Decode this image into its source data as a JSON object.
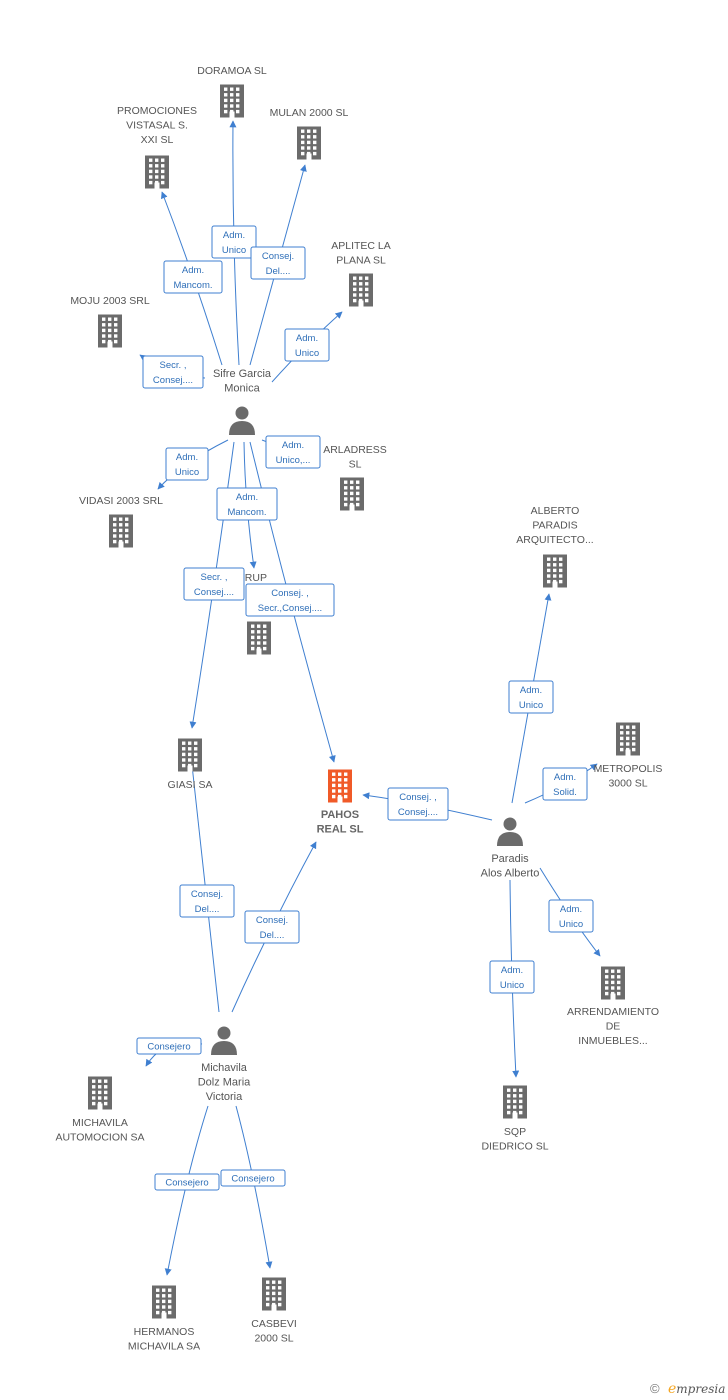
{
  "colors": {
    "company": "#6b6b6b",
    "main_company": "#f05a28",
    "person": "#6b6b6b",
    "edge": "#3f7fd0",
    "edge_text": "#2f6fb8",
    "brand_e": "#f5a623"
  },
  "nodes": [
    {
      "id": "doramoa",
      "type": "company",
      "lines": [
        "DORAMOA SL"
      ]
    },
    {
      "id": "promociones",
      "type": "company",
      "lines": [
        "PROMOCIONES",
        "VISTASAL S.",
        "XXI SL"
      ]
    },
    {
      "id": "mulan",
      "type": "company",
      "lines": [
        "MULAN 2000 SL"
      ]
    },
    {
      "id": "aplitec",
      "type": "company",
      "lines": [
        "APLITEC LA",
        "PLANA SL"
      ]
    },
    {
      "id": "moju",
      "type": "company",
      "lines": [
        "MOJU 2003 SRL"
      ]
    },
    {
      "id": "sifre",
      "type": "person",
      "lines": [
        "Sifre Garcia",
        "Monica"
      ]
    },
    {
      "id": "arladress",
      "type": "company",
      "lines": [
        "ARLADRESS",
        "SL"
      ]
    },
    {
      "id": "vidasi",
      "type": "company",
      "lines": [
        "VIDASI 2003 SRL"
      ]
    },
    {
      "id": "ugrup",
      "type": "company",
      "lines": [
        "UGRUP",
        "2"
      ]
    },
    {
      "id": "alberto",
      "type": "company",
      "lines": [
        "ALBERTO",
        "PARADIS",
        "ARQUITECTO..."
      ]
    },
    {
      "id": "metropolis",
      "type": "company",
      "lines": [
        "METROPOLIS",
        "3000 SL"
      ]
    },
    {
      "id": "giasi",
      "type": "company",
      "lines": [
        "GIASI SA"
      ]
    },
    {
      "id": "pahos",
      "type": "main",
      "lines": [
        "PAHOS",
        "REAL SL"
      ]
    },
    {
      "id": "paradis",
      "type": "person",
      "lines": [
        "Paradis",
        "Alos Alberto"
      ]
    },
    {
      "id": "arrendamiento",
      "type": "company",
      "lines": [
        "ARRENDAMIENTO",
        "DE",
        "INMUEBLES..."
      ]
    },
    {
      "id": "michavila",
      "type": "person",
      "lines": [
        "Michavila",
        "Dolz Maria",
        "Victoria"
      ]
    },
    {
      "id": "michavila_auto",
      "type": "company",
      "lines": [
        "MICHAVILA",
        "AUTOMOCION SA"
      ]
    },
    {
      "id": "sqp",
      "type": "company",
      "lines": [
        "SQP",
        "DIEDRICO SL"
      ]
    },
    {
      "id": "hermanos",
      "type": "company",
      "lines": [
        "HERMANOS",
        "MICHAVILA SA"
      ]
    },
    {
      "id": "casbevi",
      "type": "company",
      "lines": [
        "CASBEVI",
        "2000 SL"
      ]
    }
  ],
  "edges": [
    {
      "from": "sifre",
      "to": "doramoa",
      "label": [
        "Adm.",
        "Unico"
      ]
    },
    {
      "from": "sifre",
      "to": "promociones",
      "label": [
        "Adm.",
        "Mancom."
      ]
    },
    {
      "from": "sifre",
      "to": "mulan",
      "label": [
        "Consej.",
        "Del...."
      ]
    },
    {
      "from": "sifre",
      "to": "aplitec",
      "label": [
        "Adm.",
        "Unico"
      ]
    },
    {
      "from": "sifre",
      "to": "moju",
      "label": [
        "Secr. ,",
        "Consej...."
      ]
    },
    {
      "from": "sifre",
      "to": "arladress",
      "label": [
        "Adm.",
        "Unico,..."
      ]
    },
    {
      "from": "sifre",
      "to": "vidasi",
      "label": [
        "Adm.",
        "Unico"
      ]
    },
    {
      "from": "sifre",
      "to": "ugrup",
      "label": [
        "Adm.",
        "Mancom."
      ]
    },
    {
      "from": "sifre",
      "to": "giasi",
      "label": [
        "Secr. ,",
        "Consej...."
      ]
    },
    {
      "from": "sifre",
      "to": "pahos",
      "label": [
        "Consej. ,",
        "Secr.,Consej...."
      ]
    },
    {
      "from": "paradis",
      "to": "alberto",
      "label": [
        "Adm.",
        "Unico"
      ]
    },
    {
      "from": "paradis",
      "to": "metropolis",
      "label": [
        "Adm.",
        "Solid."
      ]
    },
    {
      "from": "paradis",
      "to": "pahos",
      "label": [
        "Consej. ,",
        "Consej...."
      ]
    },
    {
      "from": "paradis",
      "to": "arrendamiento",
      "label": [
        "Adm.",
        "Unico"
      ]
    },
    {
      "from": "paradis",
      "to": "sqp",
      "label": [
        "Adm.",
        "Unico"
      ]
    },
    {
      "from": "michavila",
      "to": "giasi",
      "label": [
        "Consej.",
        "Del...."
      ]
    },
    {
      "from": "michavila",
      "to": "pahos",
      "label": [
        "Consej.",
        "Del...."
      ]
    },
    {
      "from": "michavila",
      "to": "michavila_auto",
      "label": [
        "Consejero"
      ]
    },
    {
      "from": "michavila",
      "to": "hermanos",
      "label": [
        "Consejero"
      ]
    },
    {
      "from": "michavila",
      "to": "casbevi",
      "label": [
        "Consejero"
      ]
    }
  ],
  "footer": {
    "copyright": "©",
    "brand_initial": "e",
    "brand_rest": "mpresia"
  }
}
